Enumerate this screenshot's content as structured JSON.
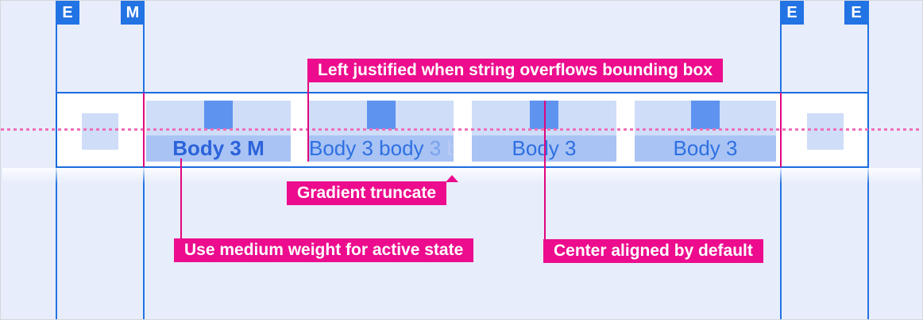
{
  "rulers": {
    "badges": [
      {
        "label": "E"
      },
      {
        "label": "M"
      },
      {
        "label": "E"
      },
      {
        "label": "E"
      }
    ]
  },
  "tabbar": {
    "tabs": [
      {
        "label": "Body 3 M",
        "state": "active"
      },
      {
        "label": "Body 3 body 3 b",
        "segments": [
          "Body 3 body",
          " 3",
          " b"
        ],
        "truncation": "gradient"
      },
      {
        "label": "Body 3"
      },
      {
        "label": "Body 3"
      }
    ]
  },
  "annotations": {
    "left_justified": "Left justified when string overflows bounding box",
    "gradient_truncate": "Gradient truncate",
    "medium_weight": "Use medium weight for active state",
    "center_aligned": "Center aligned by default"
  },
  "colors": {
    "background": "#e8edfb",
    "guide_blue": "#2273e3",
    "bar_border_blue": "#1a6ade",
    "tab_fill_light": "#cfddf8",
    "tab_label_fill": "#a9c3f4",
    "tab_square_blue": "#5e93ef",
    "tab_text_blue": "#2e70e2",
    "annotation_magenta": "#ec0c8d",
    "leader_magenta": "#e0067f",
    "dashed_pink": "#ee6fb9"
  }
}
